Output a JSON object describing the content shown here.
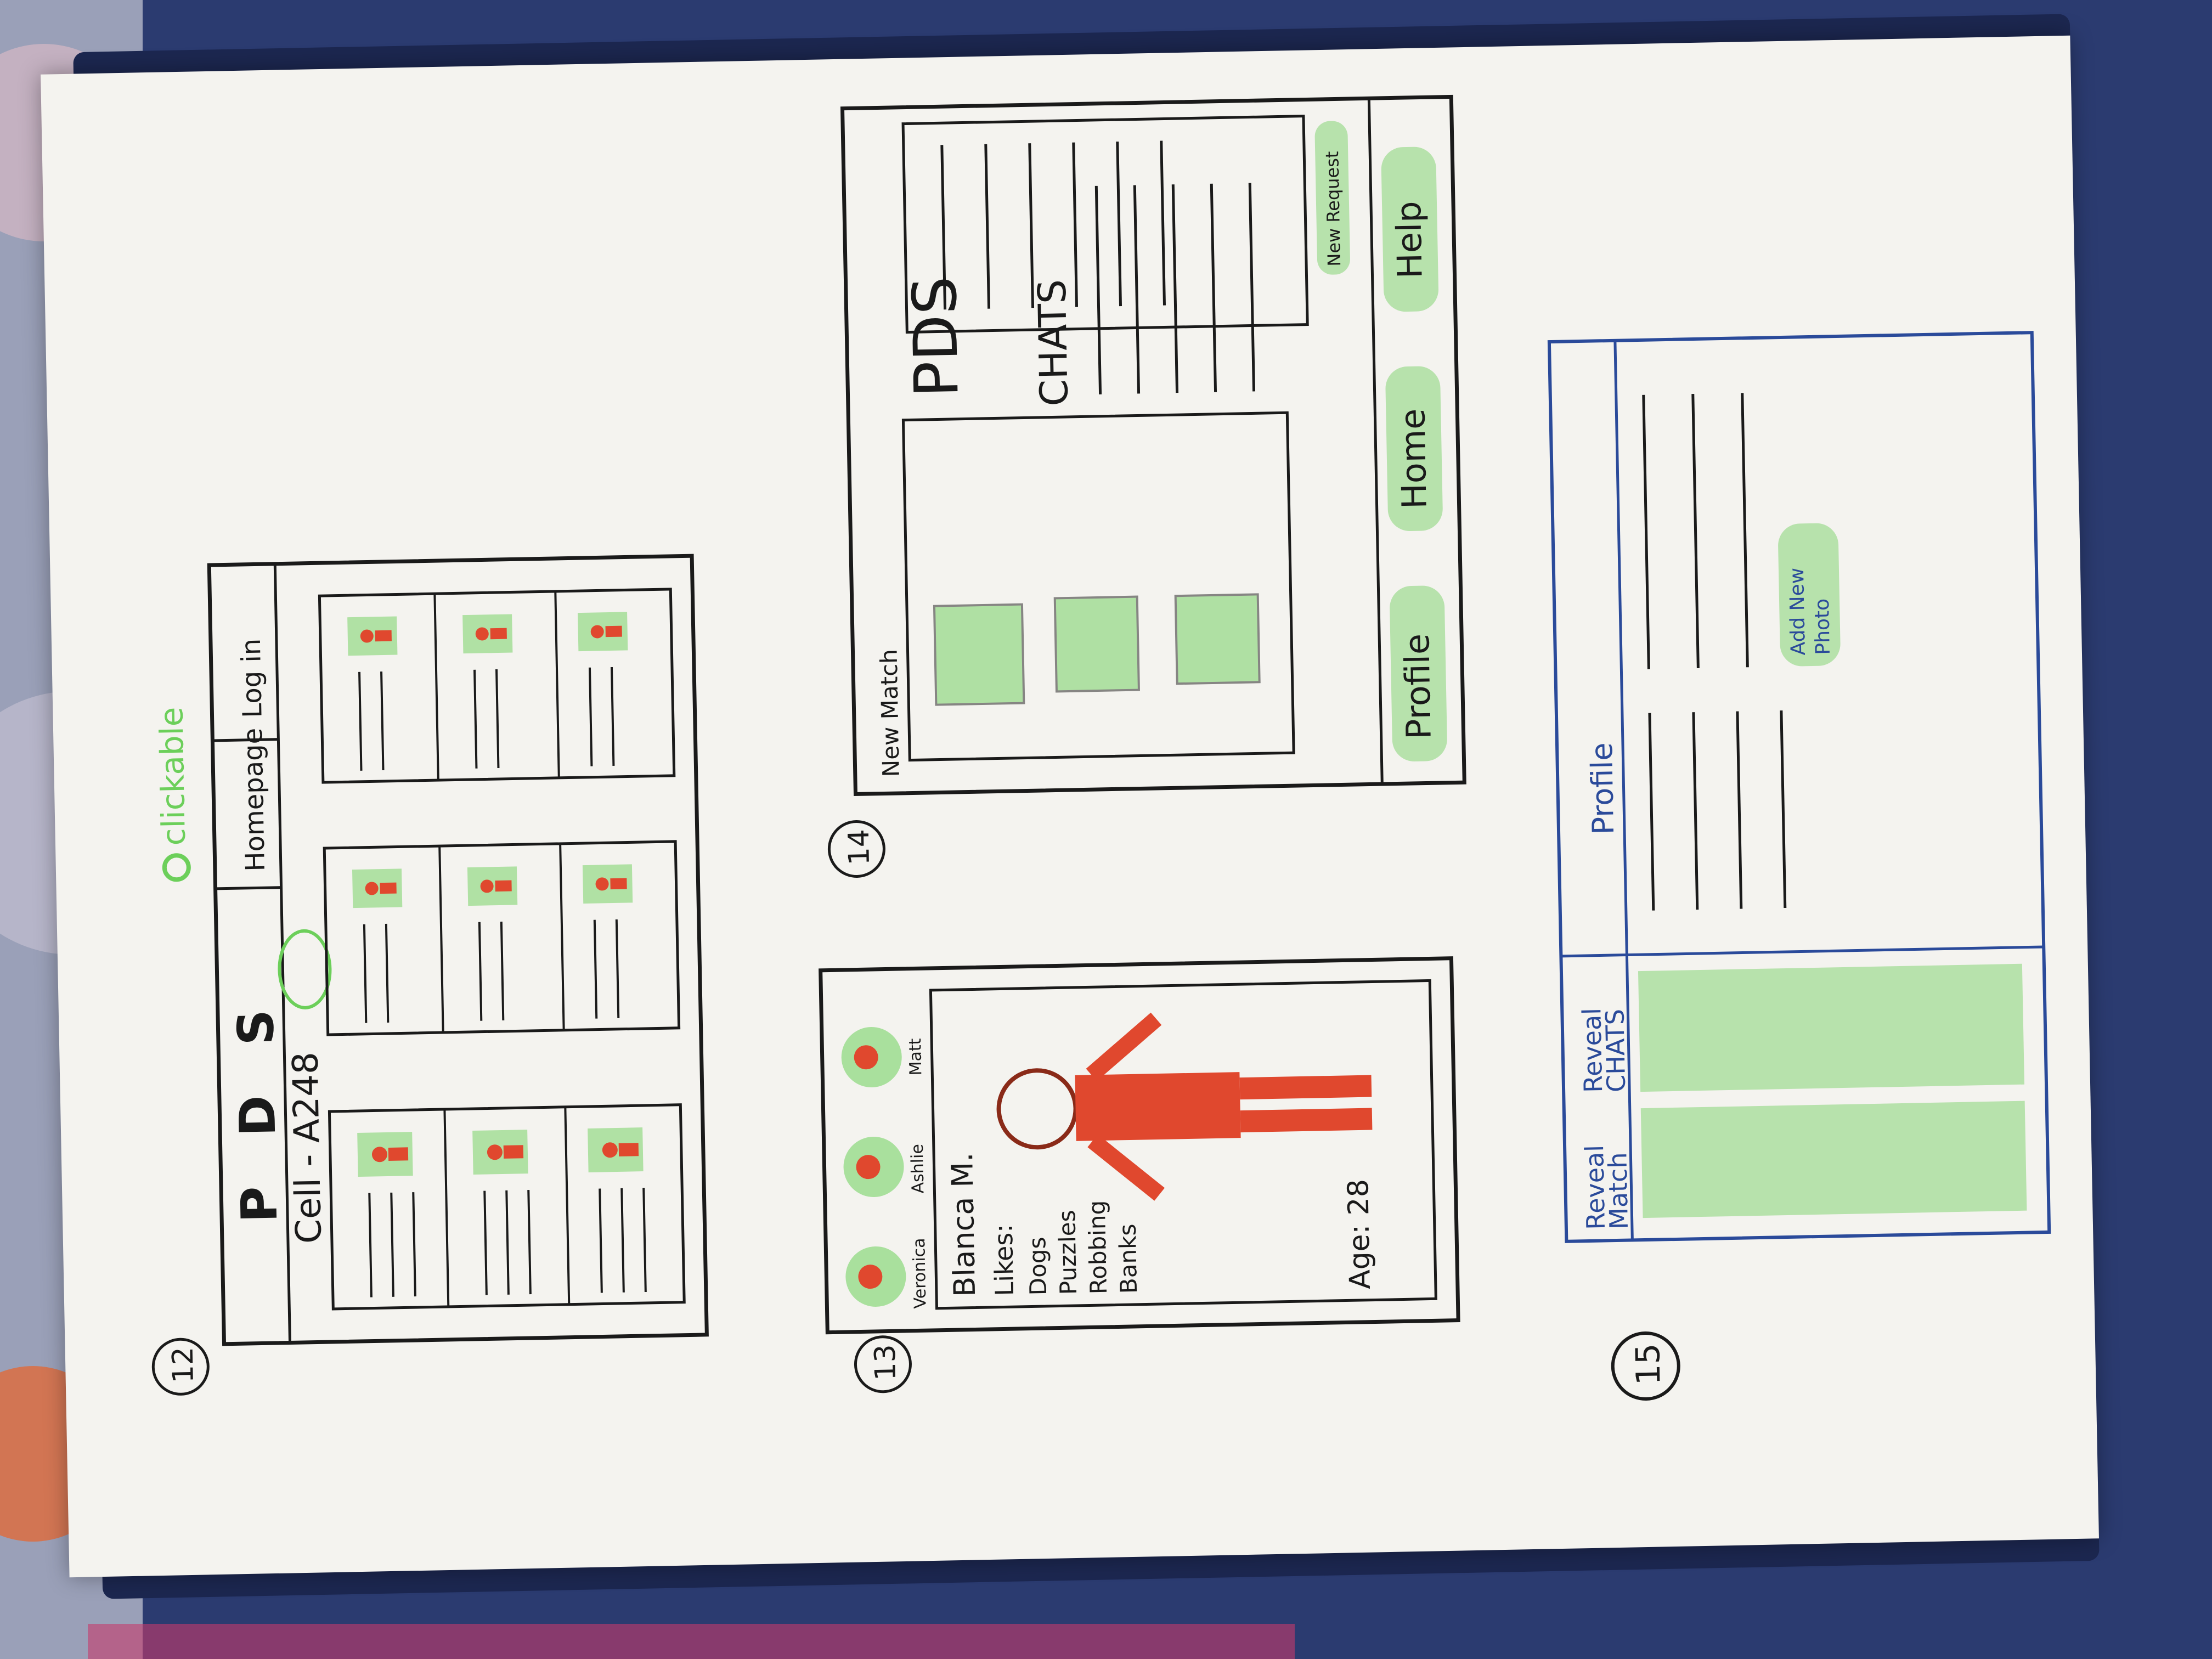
{
  "legend": {
    "text": "clickable"
  },
  "sketch12": {
    "number": "12",
    "logo": "P D S",
    "cell": "Cell - A248",
    "nav": {
      "homepage": "Homepage",
      "login": "Log in"
    }
  },
  "sketch13": {
    "number": "13",
    "avatars": [
      "Veronica",
      "Ashlie",
      "Matt"
    ],
    "name": "Blanca M.",
    "likes_label": "Likes:",
    "likes": [
      "Dogs",
      "Puzzles",
      "Robbing",
      "Banks"
    ],
    "age": "Age: 28"
  },
  "sketch14": {
    "number": "14",
    "new_match": "New Match",
    "logo": "PDS",
    "chats": "CHATS",
    "new_request": "New Request",
    "nav": {
      "profile": "Profile",
      "home": "Home",
      "help": "Help"
    }
  },
  "sketch15": {
    "number": "15",
    "reveal_match": [
      "Reveal",
      "Match"
    ],
    "reveal_chats": [
      "Reveal",
      "CHATS"
    ],
    "profile": "Profile",
    "add_photo": [
      "Add New",
      "Photo"
    ]
  },
  "colors": {
    "ink": "#1a1a1a",
    "highlight_green": "#6ccf5a",
    "marker_red": "#e0482e",
    "blue_pen": "#2a4a9a",
    "paper": "#f4f3ef"
  }
}
